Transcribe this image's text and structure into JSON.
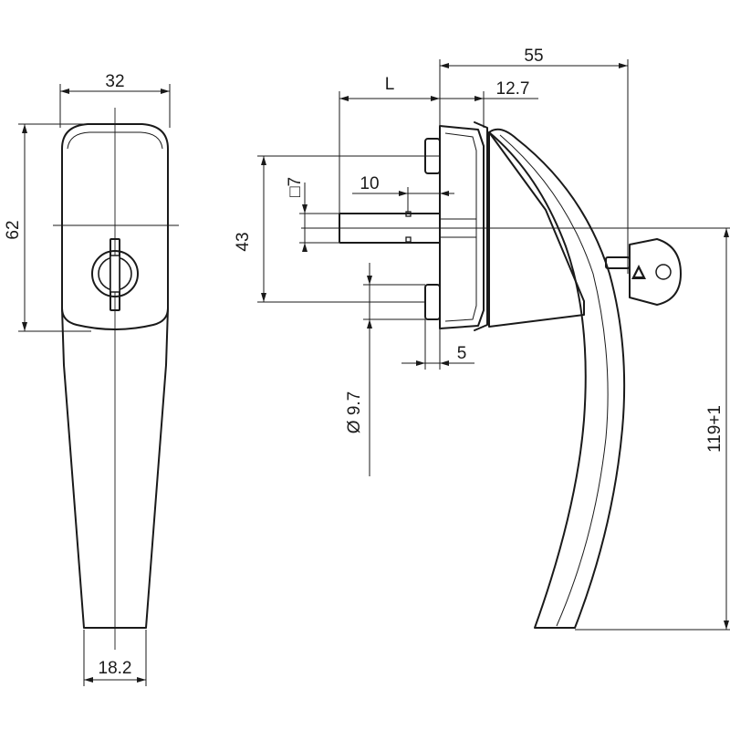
{
  "drawing": {
    "colors": {
      "line": "#1a1a1a",
      "background": "#ffffff"
    },
    "front_view": {
      "width_label": "32",
      "height_label": "62",
      "bottom_width_label": "18.2"
    },
    "side_view": {
      "overall_label": "55",
      "spindle_length_label": "L",
      "rose_depth_label": "12.7",
      "spindle_square_label": "□7",
      "spindle_offset_label": "10",
      "screw_spacing_label": "43",
      "screw_depth_label": "5",
      "screw_diameter_label": "Ø 9.7",
      "handle_height_label": "119+1"
    },
    "icons": [
      "key-icon",
      "lock-cylinder-icon"
    ]
  }
}
